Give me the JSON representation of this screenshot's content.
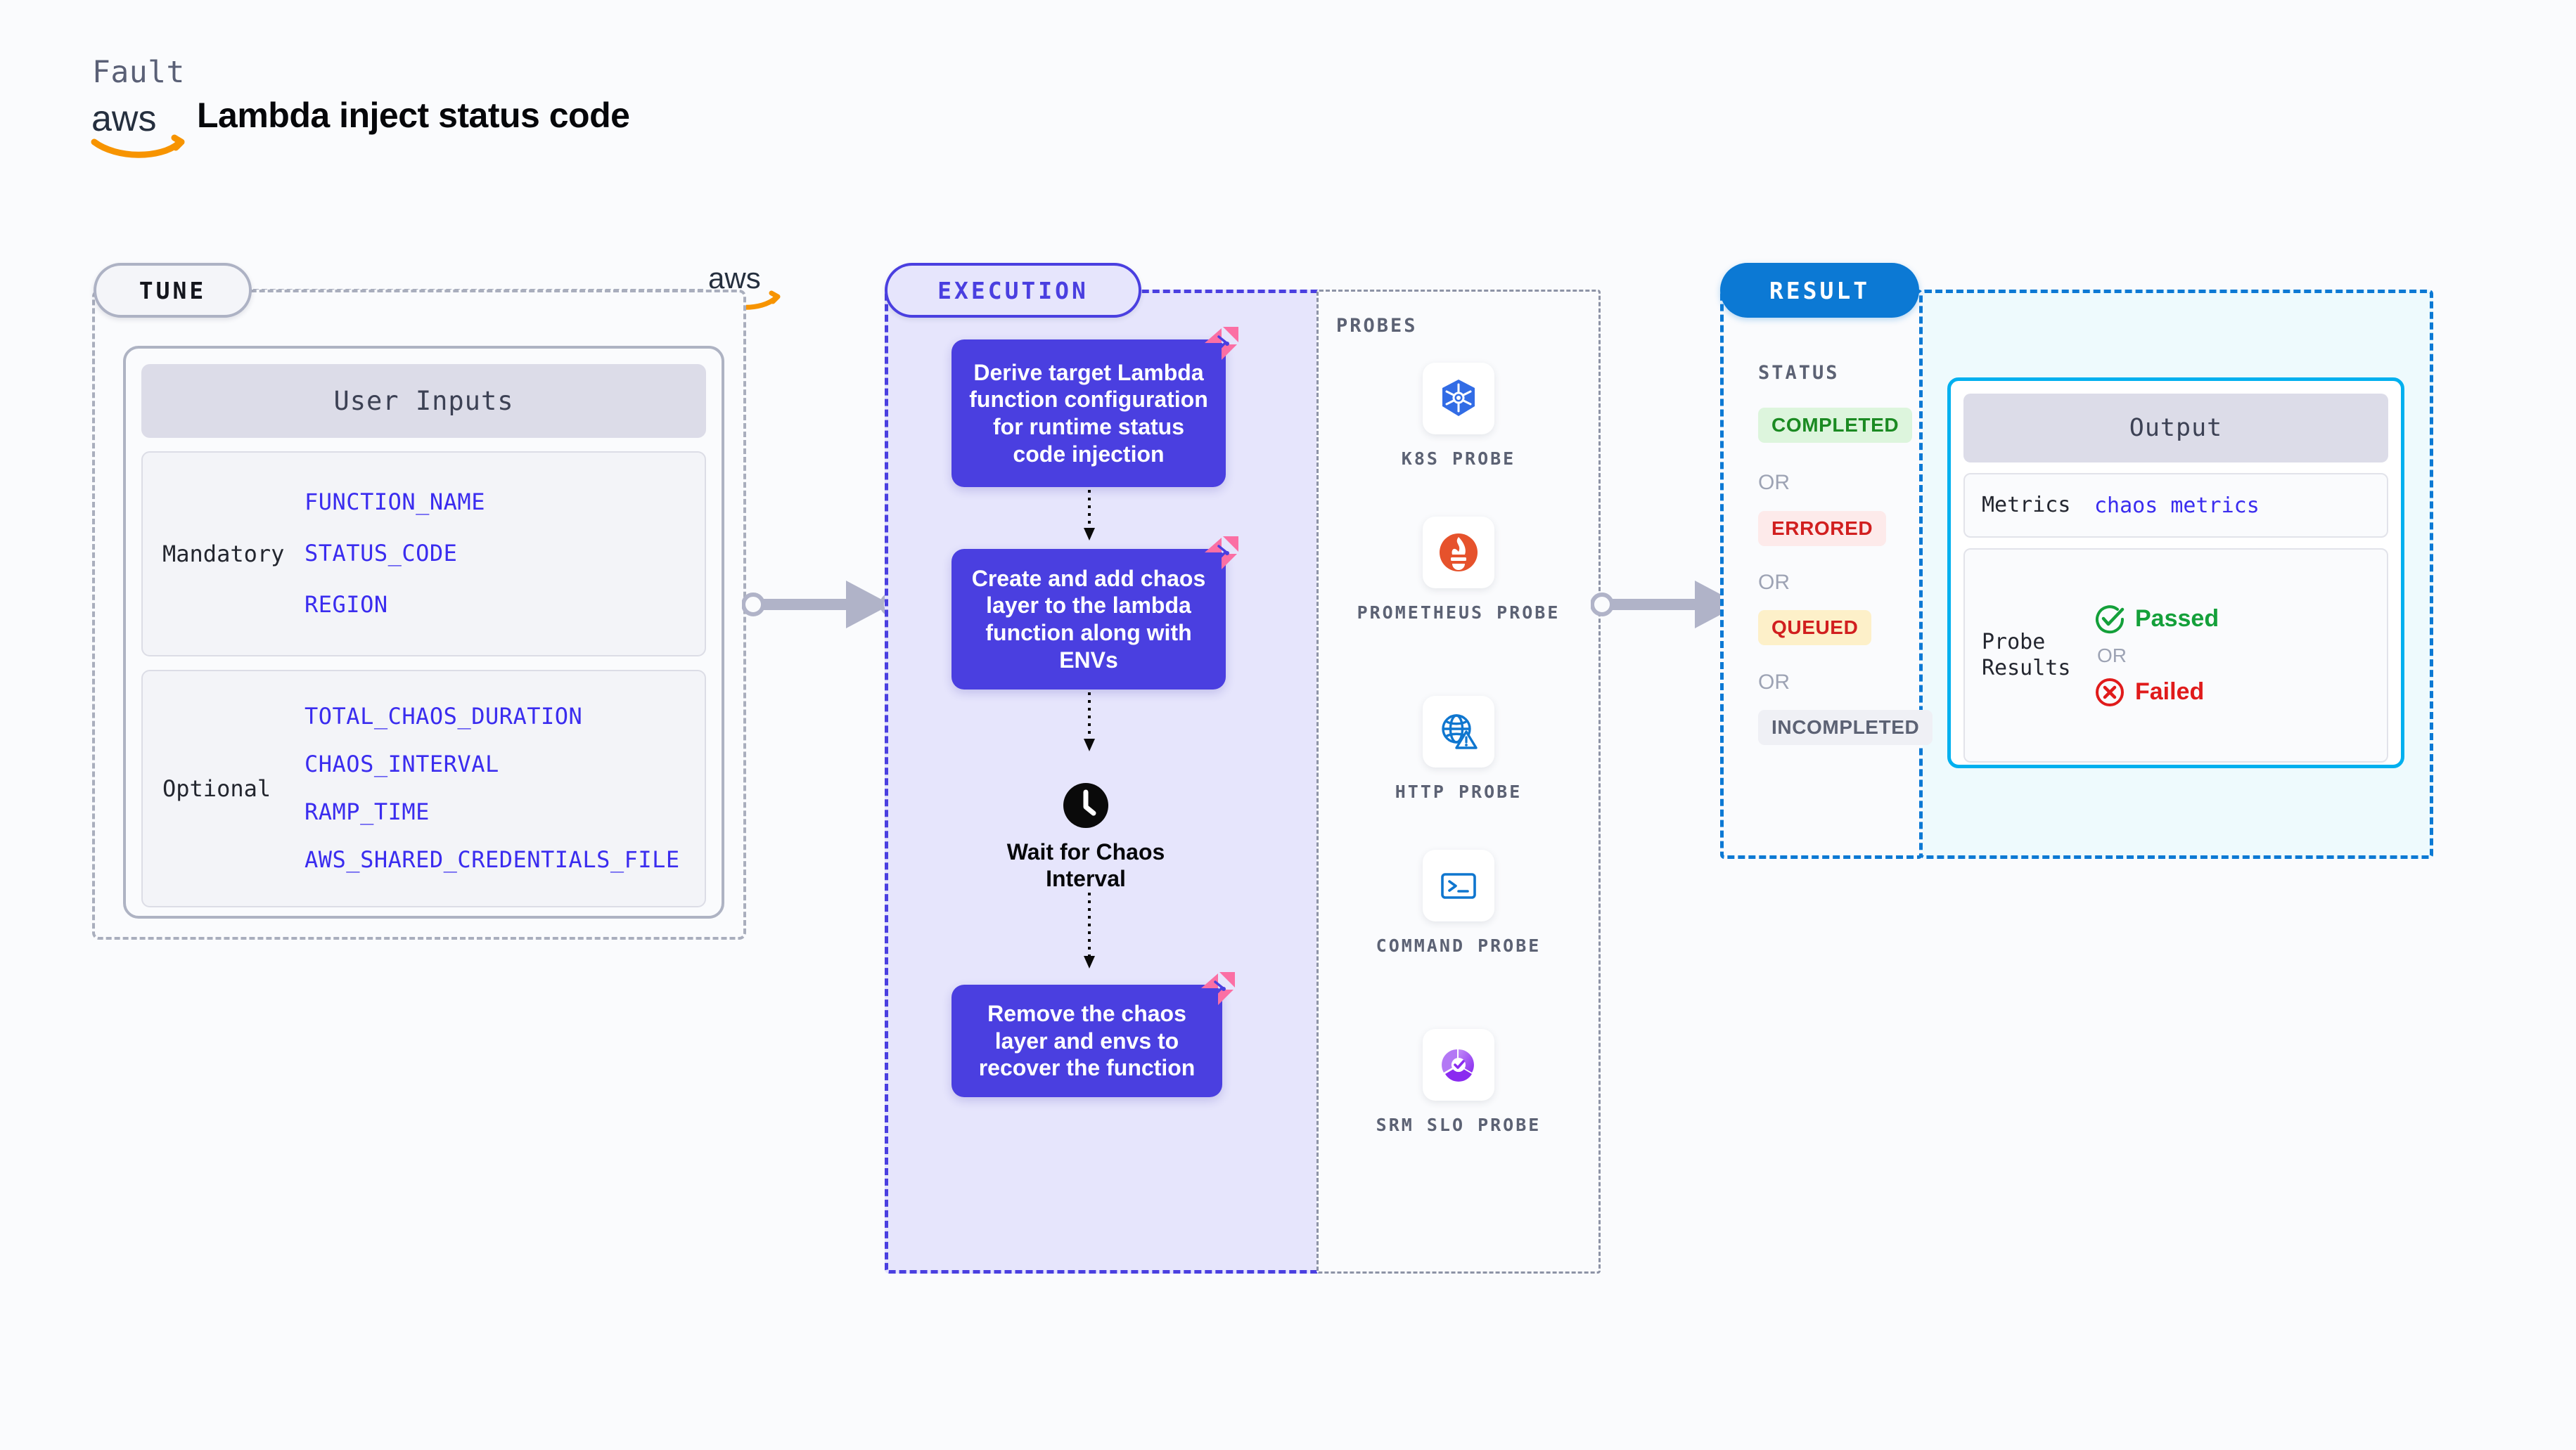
{
  "header": {
    "kicker": "Fault",
    "title": "Lambda inject status code",
    "logo_icon": "aws-logo"
  },
  "tune": {
    "badge": "TUNE",
    "logo_icon": "aws-logo",
    "card_title": "User Inputs",
    "groups": [
      {
        "label": "Mandatory",
        "vars": [
          "FUNCTION_NAME",
          "STATUS_CODE",
          "REGION"
        ]
      },
      {
        "label": "Optional",
        "vars": [
          "TOTAL_CHAOS_DURATION",
          "CHAOS_INTERVAL",
          "RAMP_TIME",
          "AWS_SHARED_CREDENTIALS_FILE"
        ]
      }
    ]
  },
  "execution": {
    "badge": "EXECUTION",
    "steps": [
      "Derive target Lambda function configuration for runtime status code injection",
      "Create and add chaos layer to the lambda function along with ENVs",
      "Remove the chaos layer and envs to recover the function"
    ],
    "wait_node": {
      "icon": "clock-icon",
      "label": "Wait for Chaos Interval"
    }
  },
  "probes": {
    "title": "PROBES",
    "items": [
      {
        "label": "K8S PROBE",
        "icon": "kubernetes-icon"
      },
      {
        "label": "PROMETHEUS PROBE",
        "icon": "prometheus-icon"
      },
      {
        "label": "HTTP PROBE",
        "icon": "http-globe-icon"
      },
      {
        "label": "COMMAND PROBE",
        "icon": "terminal-icon"
      },
      {
        "label": "SRM SLO PROBE",
        "icon": "srm-slo-icon"
      }
    ]
  },
  "result": {
    "badge": "RESULT",
    "status_title": "STATUS",
    "or_label": "OR",
    "statuses": [
      {
        "label": "COMPLETED",
        "bg": "#ddf5dd",
        "fg": "#1b8a22"
      },
      {
        "label": "ERRORED",
        "bg": "#fdeaea",
        "fg": "#d11f1f"
      },
      {
        "label": "QUEUED",
        "bg": "#fdf0c9",
        "fg": "#d11f1f"
      },
      {
        "label": "INCOMPLETED",
        "bg": "#eff0f5",
        "fg": "#5c6274"
      }
    ],
    "output": {
      "title": "Output",
      "metrics_key": "Metrics",
      "metrics_value": "chaos metrics",
      "probe_key": "Probe Results",
      "passed": "Passed",
      "failed": "Failed",
      "or_label": "OR"
    }
  },
  "colors": {
    "accent_purple": "#4a3fe0",
    "accent_blue": "#0c79d4",
    "accent_cyan": "#00b0ef",
    "flag_pink": "#fb6fa4",
    "aws_orange": "#f79400"
  }
}
